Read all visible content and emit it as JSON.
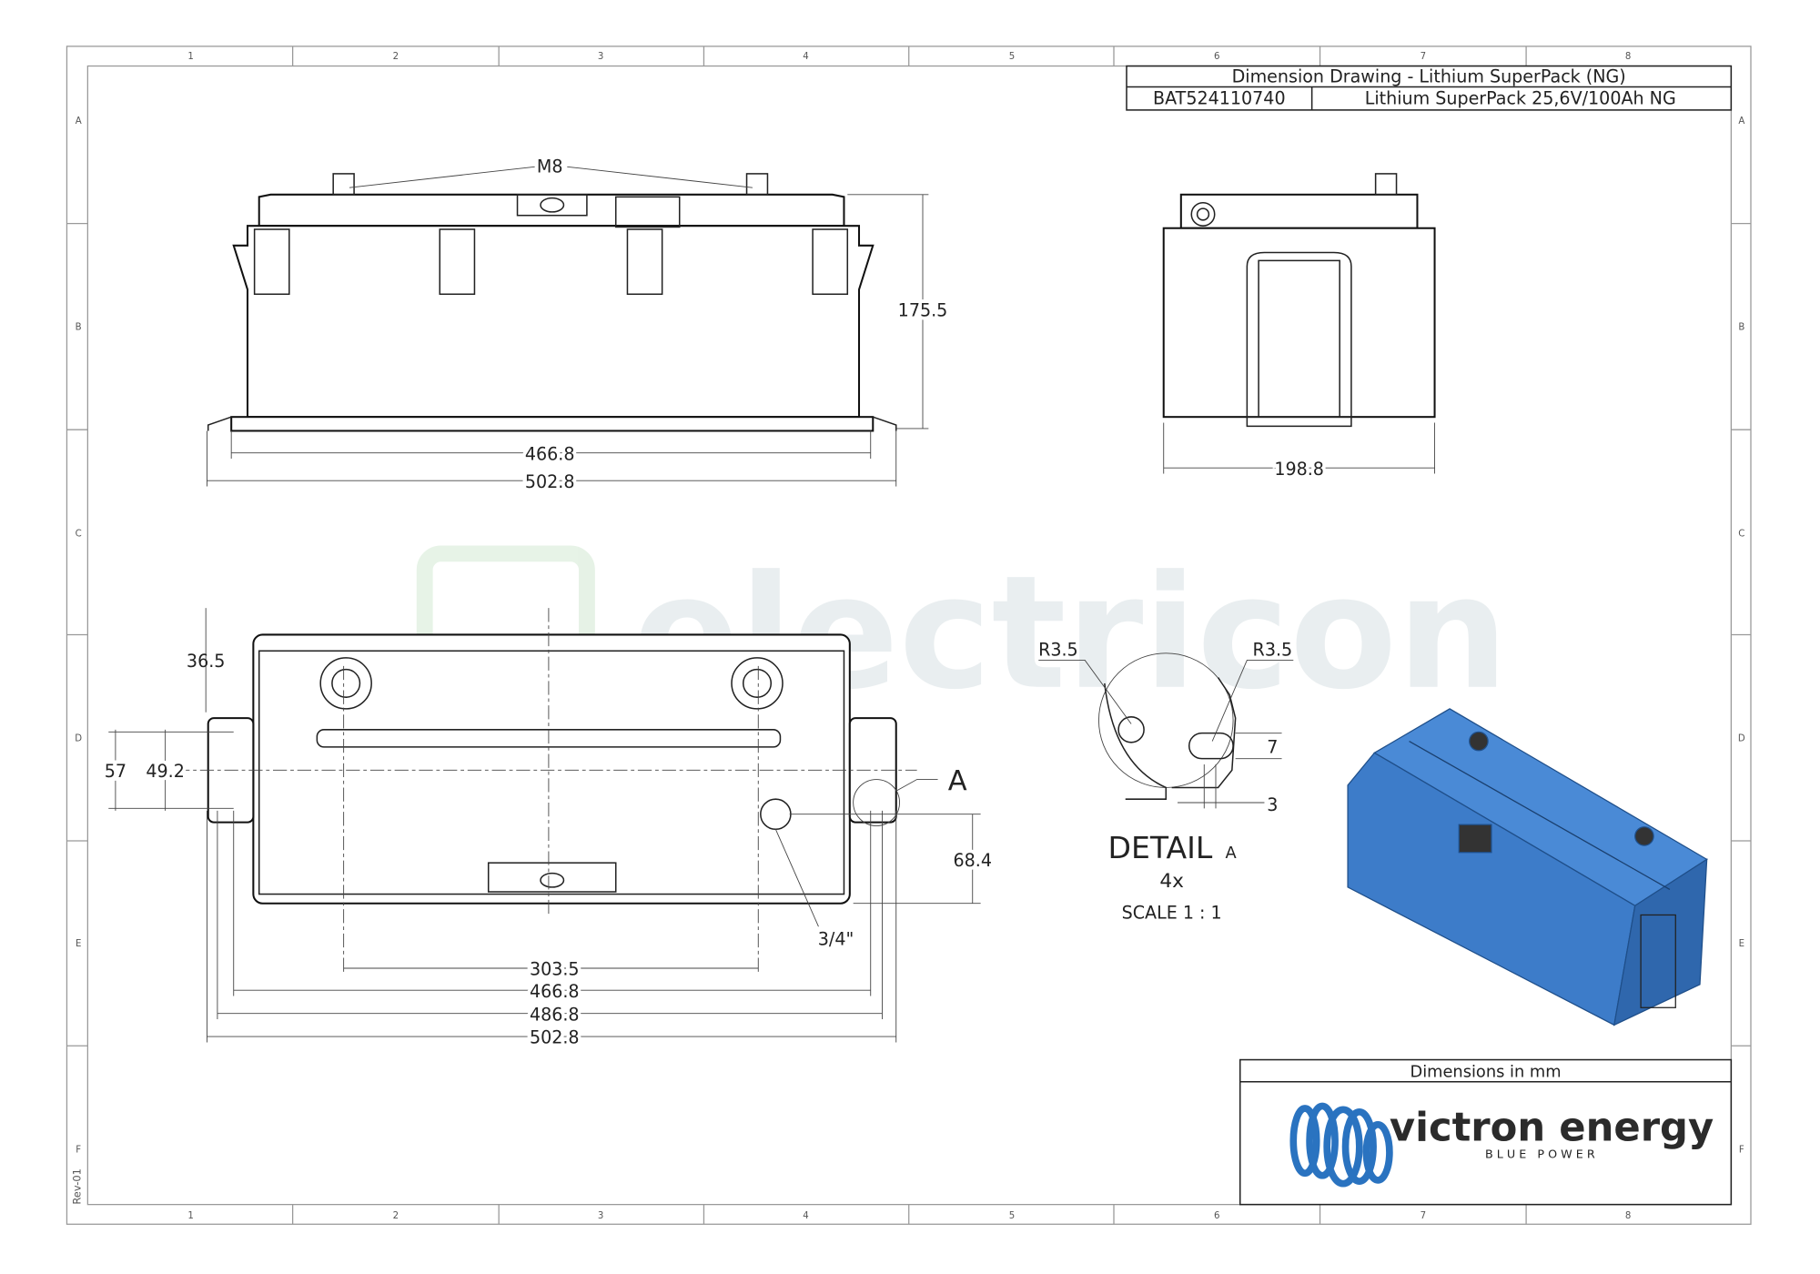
{
  "title_block": {
    "title": "Dimension Drawing - Lithium SuperPack (NG)",
    "part_number": "BAT524110740",
    "description": "Lithium SuperPack 25,6V/100Ah NG",
    "units_note": "Dimensions in mm",
    "revision": "Rev-01"
  },
  "logo": {
    "name": "victron energy",
    "tagline": "B L U E   P O W E R",
    "color": "#2a73c0"
  },
  "watermark": "electricon",
  "grid": {
    "columns": [
      "1",
      "2",
      "3",
      "4",
      "5",
      "6",
      "7",
      "8"
    ],
    "rows": [
      "A",
      "B",
      "C",
      "D",
      "E",
      "F"
    ]
  },
  "front_view": {
    "terminal_label": "M8",
    "height": "175.5",
    "inner_length": "466.8",
    "overall_length": "502.8"
  },
  "side_view": {
    "width": "198.8"
  },
  "top_view": {
    "dim_36_5": "36.5",
    "dim_57": "57",
    "dim_49_2": "49.2",
    "dim_68_4": "68.4",
    "dim_303_5": "303.5",
    "dim_466_8": "466.8",
    "dim_486_8": "486.8",
    "dim_502_8": "502.8",
    "detail_ref": "A",
    "thread": "3/4\""
  },
  "detail": {
    "r_left": "R3.5",
    "r_right": "R3.5",
    "dim_7": "7",
    "dim_3": "3",
    "title": "DETAIL",
    "ref": "A",
    "count": "4x",
    "scale": "SCALE 1 : 1"
  },
  "iso_view": {
    "color": "#3d7cc9"
  }
}
